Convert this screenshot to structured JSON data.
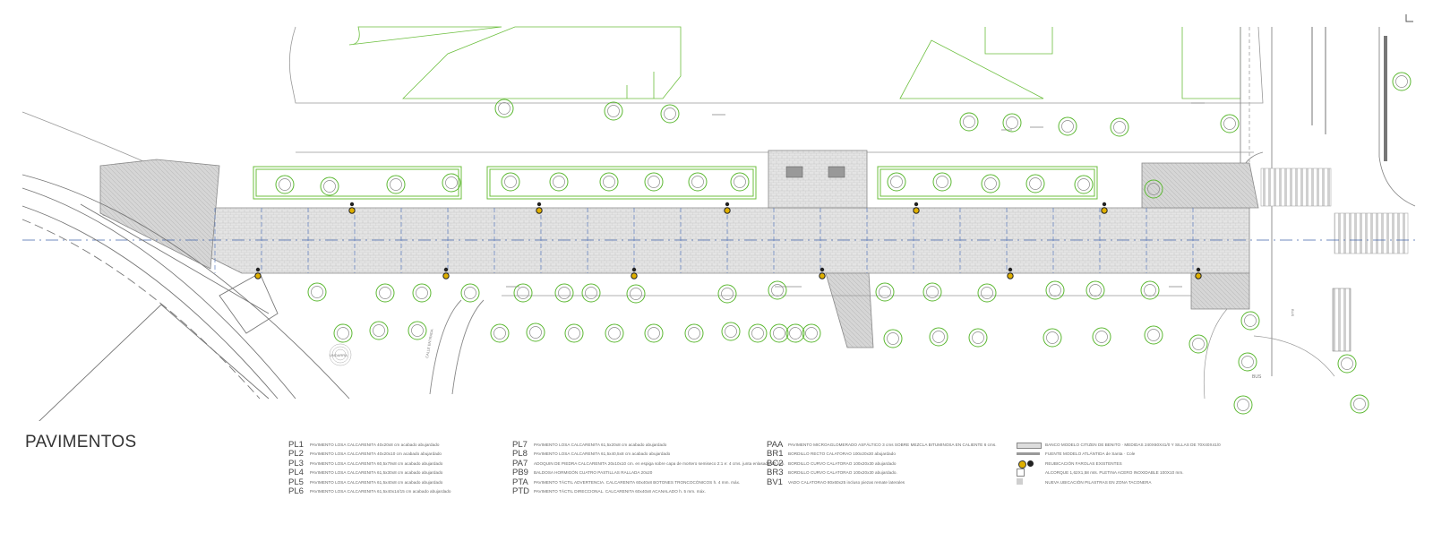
{
  "title": "PAVIMENTOS",
  "legend": {
    "col1": [
      {
        "code": "PL1",
        "desc": "PAVIMENTO LOSA CALCARENITA 40x20x8 cm acabado abujardado"
      },
      {
        "code": "PL2",
        "desc": "PAVIMENTO LOSA CALCARENITA 40x20x10 cm acabado abujardado"
      },
      {
        "code": "PL3",
        "desc": "PAVIMENTO LOSA CALCARENITA 60,5x79x8 cm acabado abujardado"
      },
      {
        "code": "PL4",
        "desc": "PAVIMENTO LOSA CALCARENITA 61,5x30x8 cm acabado abujardado"
      },
      {
        "code": "PL5",
        "desc": "PAVIMENTO LOSA CALCARENITA 61,5x40x8 cm acabado abujardado"
      },
      {
        "code": "PL6",
        "desc": "PAVIMENTO LOSA CALCARENITA 61,5x40x14/15 cm acabado abujardado"
      }
    ],
    "col2": [
      {
        "code": "PL7",
        "desc": "PAVIMENTO LOSA CALCARENITA 61,5x20x8 cm acabado abujardado"
      },
      {
        "code": "PL8",
        "desc": "PAVIMENTO LOSA CALCARENITA 61,5x40,5x8 cm acabado abujardado"
      },
      {
        "code": "PA7",
        "desc": "ADOQUIN DE PIEDRA CALCARENITA 20x10x10 cm. en espiga sobre capa de mortero semiseco 2:1 e: 4 cms. junta enlasada 10 mm."
      },
      {
        "code": "PB9",
        "desc": "BALDOSA HORMIGÓN CUATRO PASTILLAS RALLADA 20x20"
      },
      {
        "code": "PTA",
        "desc": "PAVIMENTO TÁCTIL ADVERTENCIA. CALCARENITA 60x40x8 BOTONES TRONCOCÓNICOS h. 4 mm. máx."
      },
      {
        "code": "PTD",
        "desc": "PAVIMENTO TÁCTIL DIRECCIONAL. CALCARENITA 60x40x8 ACANALADO h. 5 mm. máx."
      }
    ],
    "col3": [
      {
        "code": "PAA",
        "desc": "PAVIMENTO MICROAGLOMERADO ASFÁLTICO 3 cms SOBRE MEZCLA BITUMINOSA EN CALIENTE 6 cms."
      },
      {
        "code": "BR1",
        "desc": "BORDILLO RECTO CALATORAO 100x20x30 abujardado"
      },
      {
        "code": "BC2",
        "desc": "BORDILLO CURVO CALATORAO 100x20x30 abujardado"
      },
      {
        "code": "BR3",
        "desc": "BORDILLO CURVO CALATORAO 100x20x30 abujardado."
      },
      {
        "code": "BV1",
        "desc": "VADO CALATORAO 80x60x25 incluso piezas remate laterales"
      }
    ],
    "col4": [
      {
        "symbol": "bench-symbol",
        "desc": "BANCO MODELO CITIZEN DE BENITO · MEDIDAS 240X60X41/0 Y SILLAS DE 70X40X41/0"
      },
      {
        "symbol": "fountain-symbol",
        "desc": "FUENTE MODELO ATLÁNTIDA de Santa · Cole"
      },
      {
        "symbol": "lamp-symbol",
        "desc": "REUBICACIÓN FAROLAS EXISTENTES"
      },
      {
        "symbol": "tree-pit-symbol",
        "desc": "ALCORQUE 1,62X1,58 mts. PLETINA ACERO INOXIDABLE 100X10 mm."
      },
      {
        "symbol": "planter-symbol",
        "desc": "NUEVA UBICACIÓN PILASTRAS EN ZONA TACONERA"
      }
    ]
  },
  "annotations": {
    "plaza_label": "UNDARRA",
    "street_label": "CALLE ENTRADA",
    "bus_label": "BUS"
  },
  "colors": {
    "line": "#8a8a8a",
    "paving": "#dcdcdc",
    "tree": "#5cb832",
    "lamp": "#e0b000",
    "axis": "#4466aa"
  }
}
